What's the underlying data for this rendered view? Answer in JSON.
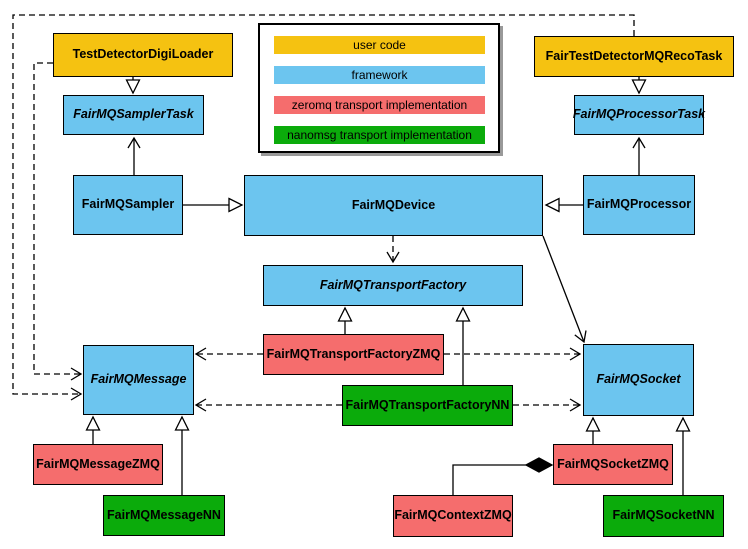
{
  "colors": {
    "user_code": "#F5C211",
    "framework": "#6CC5EF",
    "zeromq": "#F56D6D",
    "nanomsg": "#0BAB0B",
    "border": "#000000",
    "background": "#FFFFFF"
  },
  "legend": {
    "items": [
      {
        "label": "user code",
        "type": "user_code"
      },
      {
        "label": "framework",
        "type": "framework"
      },
      {
        "label": "zeromq transport implementation",
        "type": "zeromq"
      },
      {
        "label": "nanomsg transport implementation",
        "type": "nanomsg"
      }
    ]
  },
  "nodes": [
    {
      "id": "test-detector-digi-loader",
      "label": "TestDetectorDigiLoader",
      "type": "user_code",
      "abstract": false
    },
    {
      "id": "fair-test-detector-mq-reco-task",
      "label": "FairTestDetectorMQRecoTask",
      "type": "user_code",
      "abstract": false
    },
    {
      "id": "fairmq-sampler-task",
      "label": "FairMQSamplerTask",
      "type": "framework",
      "abstract": true
    },
    {
      "id": "fairmq-processor-task",
      "label": "FairMQProcessorTask",
      "type": "framework",
      "abstract": true
    },
    {
      "id": "fairmq-sampler",
      "label": "FairMQSampler",
      "type": "framework",
      "abstract": false
    },
    {
      "id": "fairmq-device",
      "label": "FairMQDevice",
      "type": "framework",
      "abstract": false
    },
    {
      "id": "fairmq-processor",
      "label": "FairMQProcessor",
      "type": "framework",
      "abstract": false
    },
    {
      "id": "fairmq-transport-factory",
      "label": "FairMQTransportFactory",
      "type": "framework",
      "abstract": true
    },
    {
      "id": "fairmq-transport-factory-zmq",
      "label": "FairMQTransportFactoryZMQ",
      "type": "zeromq",
      "abstract": false
    },
    {
      "id": "fairmq-transport-factory-nn",
      "label": "FairMQTransportFactoryNN",
      "type": "nanomsg",
      "abstract": false
    },
    {
      "id": "fairmq-message",
      "label": "FairMQMessage",
      "type": "framework",
      "abstract": true
    },
    {
      "id": "fairmq-socket",
      "label": "FairMQSocket",
      "type": "framework",
      "abstract": true
    },
    {
      "id": "fairmq-message-zmq",
      "label": "FairMQMessageZMQ",
      "type": "zeromq",
      "abstract": false
    },
    {
      "id": "fairmq-message-nn",
      "label": "FairMQMessageNN",
      "type": "nanomsg",
      "abstract": false
    },
    {
      "id": "fairmq-socket-zmq",
      "label": "FairMQSocketZMQ",
      "type": "zeromq",
      "abstract": false
    },
    {
      "id": "fairmq-socket-nn",
      "label": "FairMQSocketNN",
      "type": "nanomsg",
      "abstract": false
    },
    {
      "id": "fairmq-context-zmq",
      "label": "FairMQContextZMQ",
      "type": "zeromq",
      "abstract": false
    }
  ],
  "relationships": [
    {
      "from": "TestDetectorDigiLoader",
      "to": "FairMQSamplerTask",
      "kind": "inheritance"
    },
    {
      "from": "FairTestDetectorMQRecoTask",
      "to": "FairMQProcessorTask",
      "kind": "inheritance"
    },
    {
      "from": "FairMQSampler",
      "to": "FairMQSamplerTask",
      "kind": "association-open-arrow"
    },
    {
      "from": "FairMQProcessor",
      "to": "FairMQProcessorTask",
      "kind": "association-open-arrow"
    },
    {
      "from": "FairMQSampler",
      "to": "FairMQDevice",
      "kind": "inheritance"
    },
    {
      "from": "FairMQProcessor",
      "to": "FairMQDevice",
      "kind": "inheritance"
    },
    {
      "from": "FairMQDevice",
      "to": "FairMQTransportFactory",
      "kind": "dependency-dashed"
    },
    {
      "from": "FairMQDevice",
      "to": "FairMQSocket",
      "kind": "association-open-arrow"
    },
    {
      "from": "FairMQTransportFactoryZMQ",
      "to": "FairMQTransportFactory",
      "kind": "inheritance"
    },
    {
      "from": "FairMQTransportFactoryNN",
      "to": "FairMQTransportFactory",
      "kind": "inheritance"
    },
    {
      "from": "FairMQTransportFactoryZMQ",
      "to": "FairMQMessage",
      "kind": "dependency-dashed"
    },
    {
      "from": "FairMQTransportFactoryZMQ",
      "to": "FairMQSocket",
      "kind": "dependency-dashed"
    },
    {
      "from": "FairMQTransportFactoryNN",
      "to": "FairMQMessage",
      "kind": "dependency-dashed"
    },
    {
      "from": "FairMQTransportFactoryNN",
      "to": "FairMQSocket",
      "kind": "dependency-dashed"
    },
    {
      "from": "TestDetectorDigiLoader",
      "to": "FairMQMessage",
      "kind": "dependency-dashed"
    },
    {
      "from": "FairTestDetectorMQRecoTask",
      "to": "FairMQMessage",
      "kind": "dependency-dashed"
    },
    {
      "from": "FairMQMessageZMQ",
      "to": "FairMQMessage",
      "kind": "inheritance"
    },
    {
      "from": "FairMQMessageNN",
      "to": "FairMQMessage",
      "kind": "inheritance"
    },
    {
      "from": "FairMQSocketZMQ",
      "to": "FairMQSocket",
      "kind": "inheritance"
    },
    {
      "from": "FairMQSocketNN",
      "to": "FairMQSocket",
      "kind": "inheritance"
    },
    {
      "from": "FairMQContextZMQ",
      "to": "FairMQSocketZMQ",
      "kind": "composition"
    }
  ]
}
